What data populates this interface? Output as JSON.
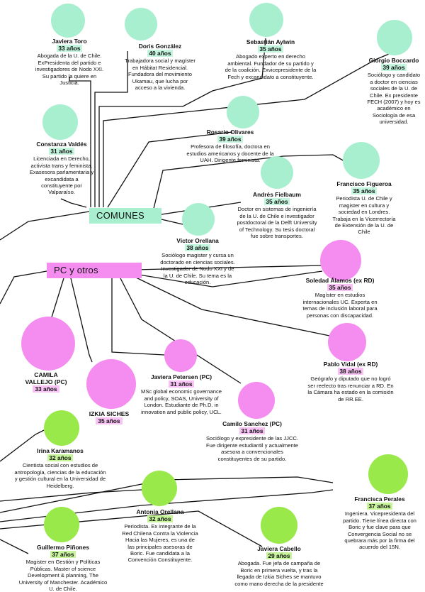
{
  "colors": {
    "comunes": "#a8efcf",
    "pc": "#f58cf0",
    "independientes": "#99e94a",
    "line": "#111111"
  },
  "groups": {
    "comunes": "COMUNES",
    "pc": "PC y otros"
  },
  "people": {
    "toro": {
      "name": "Javiera Toro",
      "age": "33 años",
      "desc": "Abogada de la U. de Chile. ExPresidenta del partido e investigadores de Nodo XXI. Su partido la quiere en Justicia."
    },
    "gonzalez": {
      "name": "Doris González",
      "age": "40 años",
      "desc": "Trabajadora social y magíster en Hábitat Residencial. Fundadora del movimiento Ukamau, que lucha por acceso a la vivienda."
    },
    "aylwin": {
      "name": "Sebastián Aylwin",
      "age": "35 años",
      "desc": "Abogado experto en derecho ambiental. Fundador de su partido y de la coalición. Exvicepresidente de la Fech y excandidato a constituyente."
    },
    "boccardo": {
      "name": "Giorgio Boccardo",
      "age": "39 años",
      "desc": "Sociólogo y candidato a doctor en ciencias sociales de la U. de Chile. Ex presidente FECH (2007) y hoy es académico en Sociología de esa universidad."
    },
    "valdes": {
      "name": "Constanza Valdés",
      "age": "31 años",
      "desc": "Licenciada en Derecho, activista trans y feminista. Exasesora parlamentaria y excandidata a constituyente por Valparaíso."
    },
    "olivares": {
      "name": "Rosario Olivares",
      "age": "39 años",
      "desc": "Profesora de filosofía, doctora en estudios americanos y docente de la UAH. Dirigente feminista."
    },
    "figueroa": {
      "name": "Francisco Figueroa",
      "age": "35 años",
      "desc": "Periodista U. de Chile y magister en cultura y sociedad en Londres. Trabaja en la Vicerrectoría de Extensión de la U. de Chile"
    },
    "fielbaum": {
      "name": "Andrés Fielbaum",
      "age": "35 años",
      "desc": "Doctor en sistemas de ingeniería de la U. de Chile e investigador postdoctoral de la Delft University of Technology. Su tesis doctoral fue sobre transportes."
    },
    "orellana_v": {
      "name": "Víctor Orellana",
      "age": "38 años",
      "desc": "Sociólogo magister y cursa un doctorado en ciencias sociales. Investigador de Nodo XXI y de la U. de Chile. Su tema es la educación."
    },
    "alamos": {
      "name": "Soledad Álamos (ex RD)",
      "age": "35 años",
      "desc": "Magíster en estudios internacionales UC. Experta en temas de inclusión laboral para personas con discapacidad."
    },
    "vallejo": {
      "name": "CAMILA VALLEJO (PC)",
      "age": "33 años"
    },
    "siches": {
      "name": "IZKIA SICHES",
      "age": "35 años"
    },
    "vidal": {
      "name": "Pablo Vidal (ex RD)",
      "age": "38 años",
      "desc": "Geógrafo y diputado que no logró ser reelecto tras renunciar a RD. En la Cámara ha estado en la comisión de RR.EE."
    },
    "petersen": {
      "name": "Javiera Petersen (PC)",
      "age": "31 años",
      "desc": "MSc global economic governance and policy, SOAS, University of London. Estudiante de Ph.D. in innovation and public policy, UCL."
    },
    "sanchez": {
      "name": "Camilo Sanchez (PC)",
      "age": "31 años",
      "desc": "Sociólogo y expresidente de las JJCC. Fue dirigente estudiantil y actualmente asesora a convencionales constituyentes de su partido."
    },
    "karamanos": {
      "name": "Irina Karamanos",
      "age": "32 años",
      "desc": "Cientista social con estudios de antropología, ciencias de la educación y gestión cultural en la Universidad de Heidelberg."
    },
    "perales": {
      "name": "Francisca Perales",
      "age": "37 años",
      "desc": "Ingeniera. Vicepresidenta del partido. Tiene línea directa con Boric y fue clave para que Convergencia Social no se quebrara más por la firma del acuerdo del 15N."
    },
    "orellana_a": {
      "name": "Antonia Orellana",
      "age": "32 años",
      "desc": "Periodista. Ex integrante de la Red Chilena Contra la Violencia Hacia las Mujeres, es una de las principales asesoras de Boric. Fue candidata a la Convención Constituyente."
    },
    "pinones": {
      "name": "Guillermo Piñones",
      "age": "37 años",
      "desc": "Magister en Gestión y Políticas Públicas. Master of science Development & planning, The University of Manchester. Académico U. de Chile."
    },
    "cabello": {
      "name": "Javiera Cabello",
      "age": "29 años",
      "desc": "Abogada. Fue jefa de campaña de Boric en primera vuelta, y tras la llegada de Izkia Siches se mantuvo como mano derecha de la presidente"
    }
  }
}
